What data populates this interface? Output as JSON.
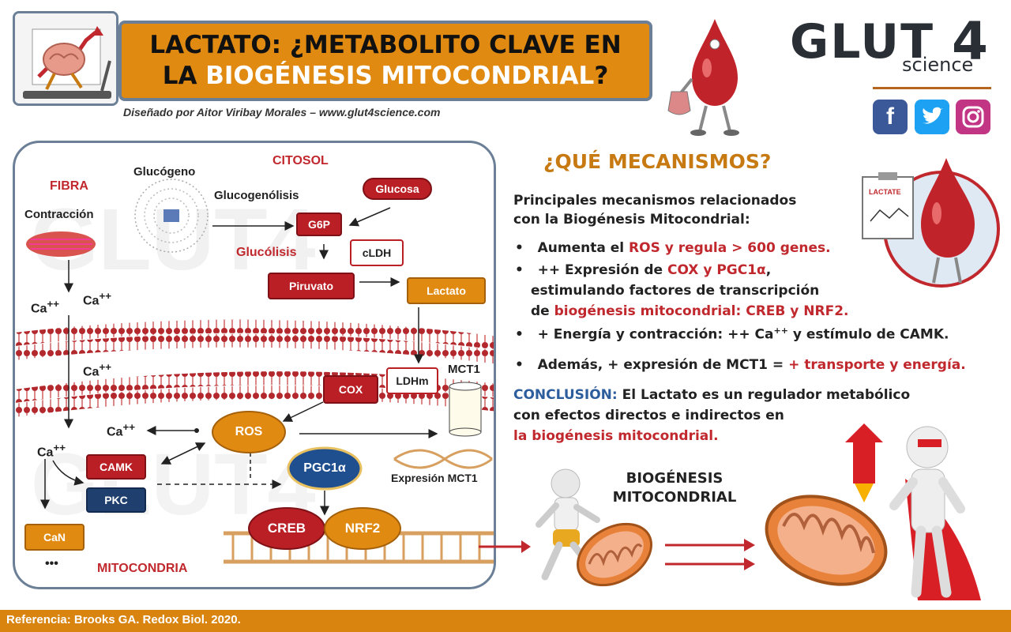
{
  "header": {
    "title_line1": "LACTATO: ¿METABOLITO CLAVE EN",
    "title_line2_prefix": "LA ",
    "title_line2_highlight": "BIOGÉNESIS MITOCONDRIAL",
    "title_line2_suffix": "?",
    "credit": "Diseñado por Aitor Viribay Morales – www.glut4science.com"
  },
  "brand": {
    "name": "GLUT",
    "number": "4",
    "sub": "science",
    "social": [
      "facebook-icon",
      "twitter-icon",
      "instagram-icon"
    ]
  },
  "diagram": {
    "fibra": "FIBRA",
    "contraccion": "Contracción",
    "glucogeno": "Glucógeno",
    "citosol": "CITOSOL",
    "glucogenolisis": "Glucogenólisis",
    "glucosa": "Glucosa",
    "g6p": "G6P",
    "glucolisis": "Glucólisis",
    "cldh": "cLDH",
    "piruvato": "Piruvato",
    "lactato": "Lactato",
    "ca": "Ca",
    "ca_sup": "++",
    "cox": "COX",
    "ldhm": "LDHm",
    "mct1": "MCT1",
    "ros": "ROS",
    "pgc1a": "PGC1α",
    "camk": "CAMK",
    "pkc": "PKC",
    "can": "CaN",
    "dots": "•••",
    "expresion_mct1": "Expresión MCT1",
    "creb": "CREB",
    "nrf2": "NRF2",
    "mitocondria": "MITOCONDRIA",
    "lactate_sign": "LACTATE"
  },
  "mechanisms": {
    "heading": "¿QUÉ MECANISMOS?",
    "intro_line1": "Principales mecanismos relacionados",
    "intro_line2": "con la Biogénesis Mitocondrial:",
    "b1_pre": "Aumenta el ",
    "b1_red": "ROS y regula > 600 genes.",
    "b2_pre": "++ Expresión de ",
    "b2_red": "COX y PGC1α",
    "b2_post": ",",
    "b2_line2": "estimulando factores de transcripción",
    "b2_line3_pre": "de ",
    "b2_line3_red": "biogénesis mitocondrial: CREB y NRF2.",
    "b3": "+ Energía y contracción:  ++ Ca",
    "b3_sup": "++",
    "b3_post": " y estímulo de CAMK.",
    "b4_pre": "Además, + expresión de MCT1 = ",
    "b4_red": "+ transporte y energía.",
    "concl_label": "CONCLUSIÓN:",
    "concl_line1": " El Lactato es un regulador metabólico",
    "concl_line2": "con efectos directos e indirectos en",
    "concl_line3": "la biogénesis mitocondrial."
  },
  "bio": {
    "line1": "BIOGÉNESIS",
    "line2": "MITOCONDRIAL"
  },
  "footer": {
    "reference": "Referencia: Brooks GA. Redox Biol. 2020."
  },
  "colors": {
    "orange": "#e08a12",
    "red": "#b91f25",
    "blue": "#1f3f6e",
    "frame": "#6b7f96"
  }
}
